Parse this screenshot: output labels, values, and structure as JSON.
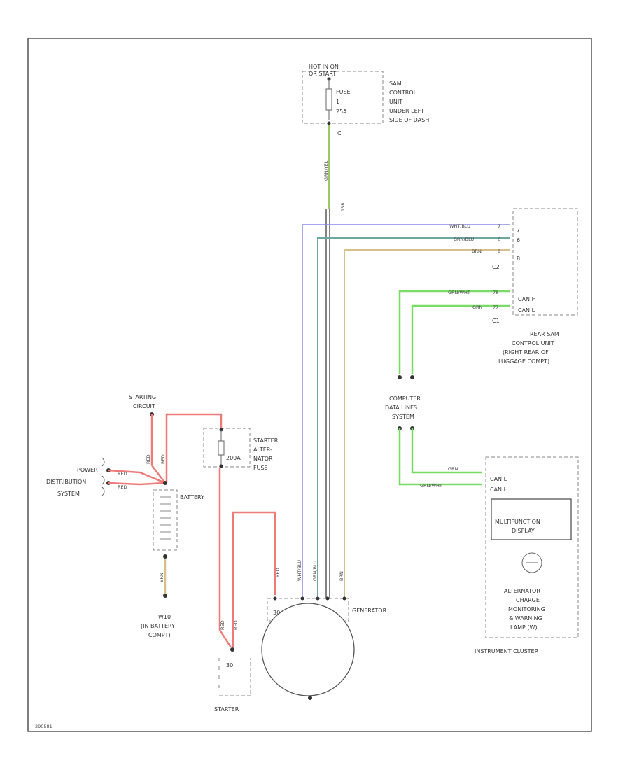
{
  "colors": {
    "red": "#f07a7a",
    "green": "#78dc66",
    "olive_green": "#9bc765",
    "blue": "#8a8ae6",
    "teal": "#6aa8a0",
    "tan": "#d9c08a",
    "dark": "#5a5a5a",
    "light": "#c8c8c8",
    "border": "#555555"
  },
  "labels": {
    "hot_in_on": "HOT IN ON",
    "or_start": "OR START",
    "fuse": "FUSE",
    "fuse_num": "1",
    "fuse_amp": "25A",
    "sam_l1": "SAM",
    "sam_l2": "CONTROL",
    "sam_l3": "UNIT",
    "sam_l4": "UNDER LEFT",
    "sam_l5": "SIDE OF DASH",
    "sam_pin": "C",
    "wire_15r": "15R",
    "rear_sam_l1": "REAR SAM",
    "rear_sam_l2": "CONTROL UNIT",
    "rear_sam_l3": "(RIGHT REAR OF",
    "rear_sam_l4": "LUGGAGE COMPT)",
    "conn_c2": "C2",
    "conn_c1": "C1",
    "pin_7": "7",
    "pin_6": "6",
    "pin_8": "8",
    "can_h": "CAN H",
    "can_l": "CAN L",
    "cdl_l1": "COMPUTER",
    "cdl_l2": "DATA LINES",
    "cdl_l3": "SYSTEM",
    "starting_l1": "STARTING",
    "starting_l2": "CIRCUIT",
    "power_l1": "POWER",
    "power_l2": "DISTRIBUTION",
    "power_l3": "SYSTEM",
    "battery": "BATTERY",
    "saf_l1": "STARTER",
    "saf_l2": "ALTER-",
    "saf_l3": "NATOR",
    "saf_l4": "FUSE",
    "saf_amp": "200A",
    "ground_l1": "W10",
    "ground_l2": "(IN BATTERY",
    "ground_l3": "COMPT)",
    "generator": "GENERATOR",
    "starter": "STARTER",
    "term_30_gen": "30",
    "term_30_starter": "30",
    "mfd_l1": "MULTIFUNCTION",
    "mfd_l2": "DISPLAY",
    "alt_l1": "ALTERNATOR",
    "alt_l2": "CHARGE",
    "alt_l3": "MONITORING",
    "alt_l4": "& WARNING",
    "alt_l5": "LAMP (W)",
    "instrument_cluster": "INSTRUMENT CLUSTER",
    "fig_id": "290581"
  },
  "wires": {
    "sam_out": "GRN/YEL",
    "blue_wire": "WHT/BLU",
    "teal_wire": "GRN/BLU",
    "tan_wire": "BRN",
    "can_h_upper": "GRN/WHT",
    "can_l_upper": "GRN",
    "can_l_lower": "GRN",
    "can_h_lower": "GRN/WHT",
    "starting_wire": "RED",
    "batt_pos": "RED",
    "pd_red_1": "RED",
    "pd_red_2": "RED",
    "gnd_wire": "BRN",
    "gen_b_wire": "RED",
    "starter_red_1": "RED",
    "starter_red_2": "RED",
    "gen_wht_blu": "WHT/BLU",
    "gen_grn_blu": "GRN/BLU",
    "gen_brn": "BRN"
  },
  "pins": {
    "p7": "7",
    "p6": "6",
    "p8": "8",
    "p78": "78",
    "p77": "77",
    "pin_c1": "C1",
    "pin_c2": "C2"
  }
}
